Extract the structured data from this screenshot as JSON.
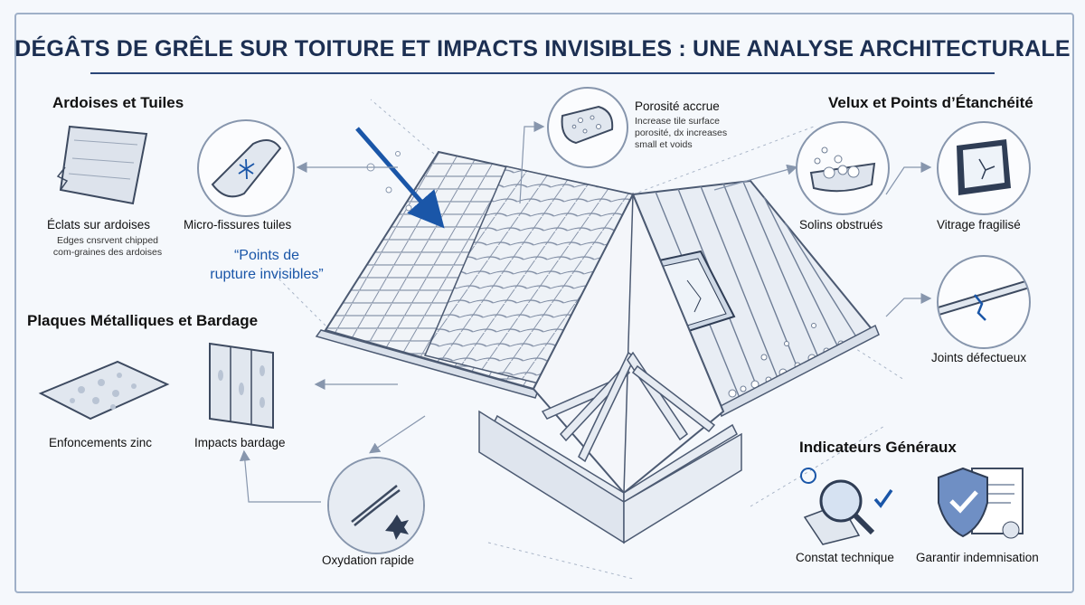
{
  "title": "DÉGÂTS DE GRÊLE SUR TOITURE ET IMPACTS INVISIBLES : UNE ANALYSE ARCHITECTURALE",
  "sections": {
    "slates": {
      "heading": "Ardoises et Tuiles",
      "items": [
        {
          "label": "Éclats sur ardoises",
          "note": "Edges cnsrvent chipped com-graines des ardoises"
        },
        {
          "label": "Micro-fissures tuiles"
        }
      ]
    },
    "quote": "“Points de rupture invisibles”",
    "porosity": {
      "label": "Porosité accrue",
      "note": "Increase tile surface porosité, dx increases small et voids"
    },
    "velux": {
      "heading": "Velux et Points d’Étanchéité",
      "items": [
        {
          "label": "Solins obstrués"
        },
        {
          "label": "Vitrage fragilisé"
        },
        {
          "label": "Joints défectueux"
        }
      ]
    },
    "metal": {
      "heading": "Plaques Métalliques et Bardage",
      "items": [
        {
          "label": "Enfoncements zinc"
        },
        {
          "label": "Impacts bardage"
        },
        {
          "label": "Oxydation rapide"
        }
      ]
    },
    "general": {
      "heading": "Indicateurs Généraux",
      "items": [
        {
          "label": "Constat technique"
        },
        {
          "label": "Garantir indemnisation"
        }
      ]
    }
  },
  "icons": {
    "slate": "slate-chips-icon",
    "tile": "tile-crack-icon",
    "porosity": "porous-tile-icon",
    "gutter": "clogged-gutter-icon",
    "window": "cracked-skylight-icon",
    "joint": "broken-seal-icon",
    "zinc": "dented-zinc-icon",
    "cladding": "dented-cladding-icon",
    "oxidation": "oxidation-scratch-icon",
    "inspection": "magnifier-check-icon",
    "guarantee": "shield-certificate-icon"
  },
  "colors": {
    "accent": "#1a56a8",
    "ink": "#1c2f52",
    "line": "#8796ad"
  }
}
